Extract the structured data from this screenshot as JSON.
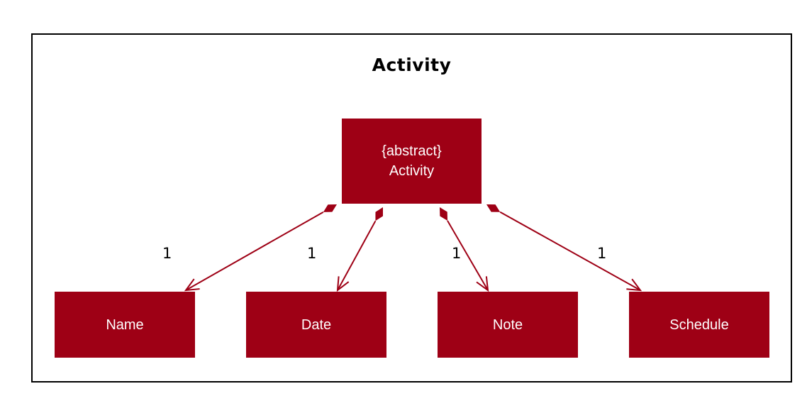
{
  "diagram": {
    "title": "Activity",
    "color": "#9e0015",
    "parent": {
      "stereotype": "{abstract}",
      "name": "Activity"
    },
    "children": [
      {
        "name": "Name",
        "multiplicity": "1"
      },
      {
        "name": "Date",
        "multiplicity": "1"
      },
      {
        "name": "Note",
        "multiplicity": "1"
      },
      {
        "name": "Schedule",
        "multiplicity": "1"
      }
    ],
    "relationship": "composition"
  }
}
